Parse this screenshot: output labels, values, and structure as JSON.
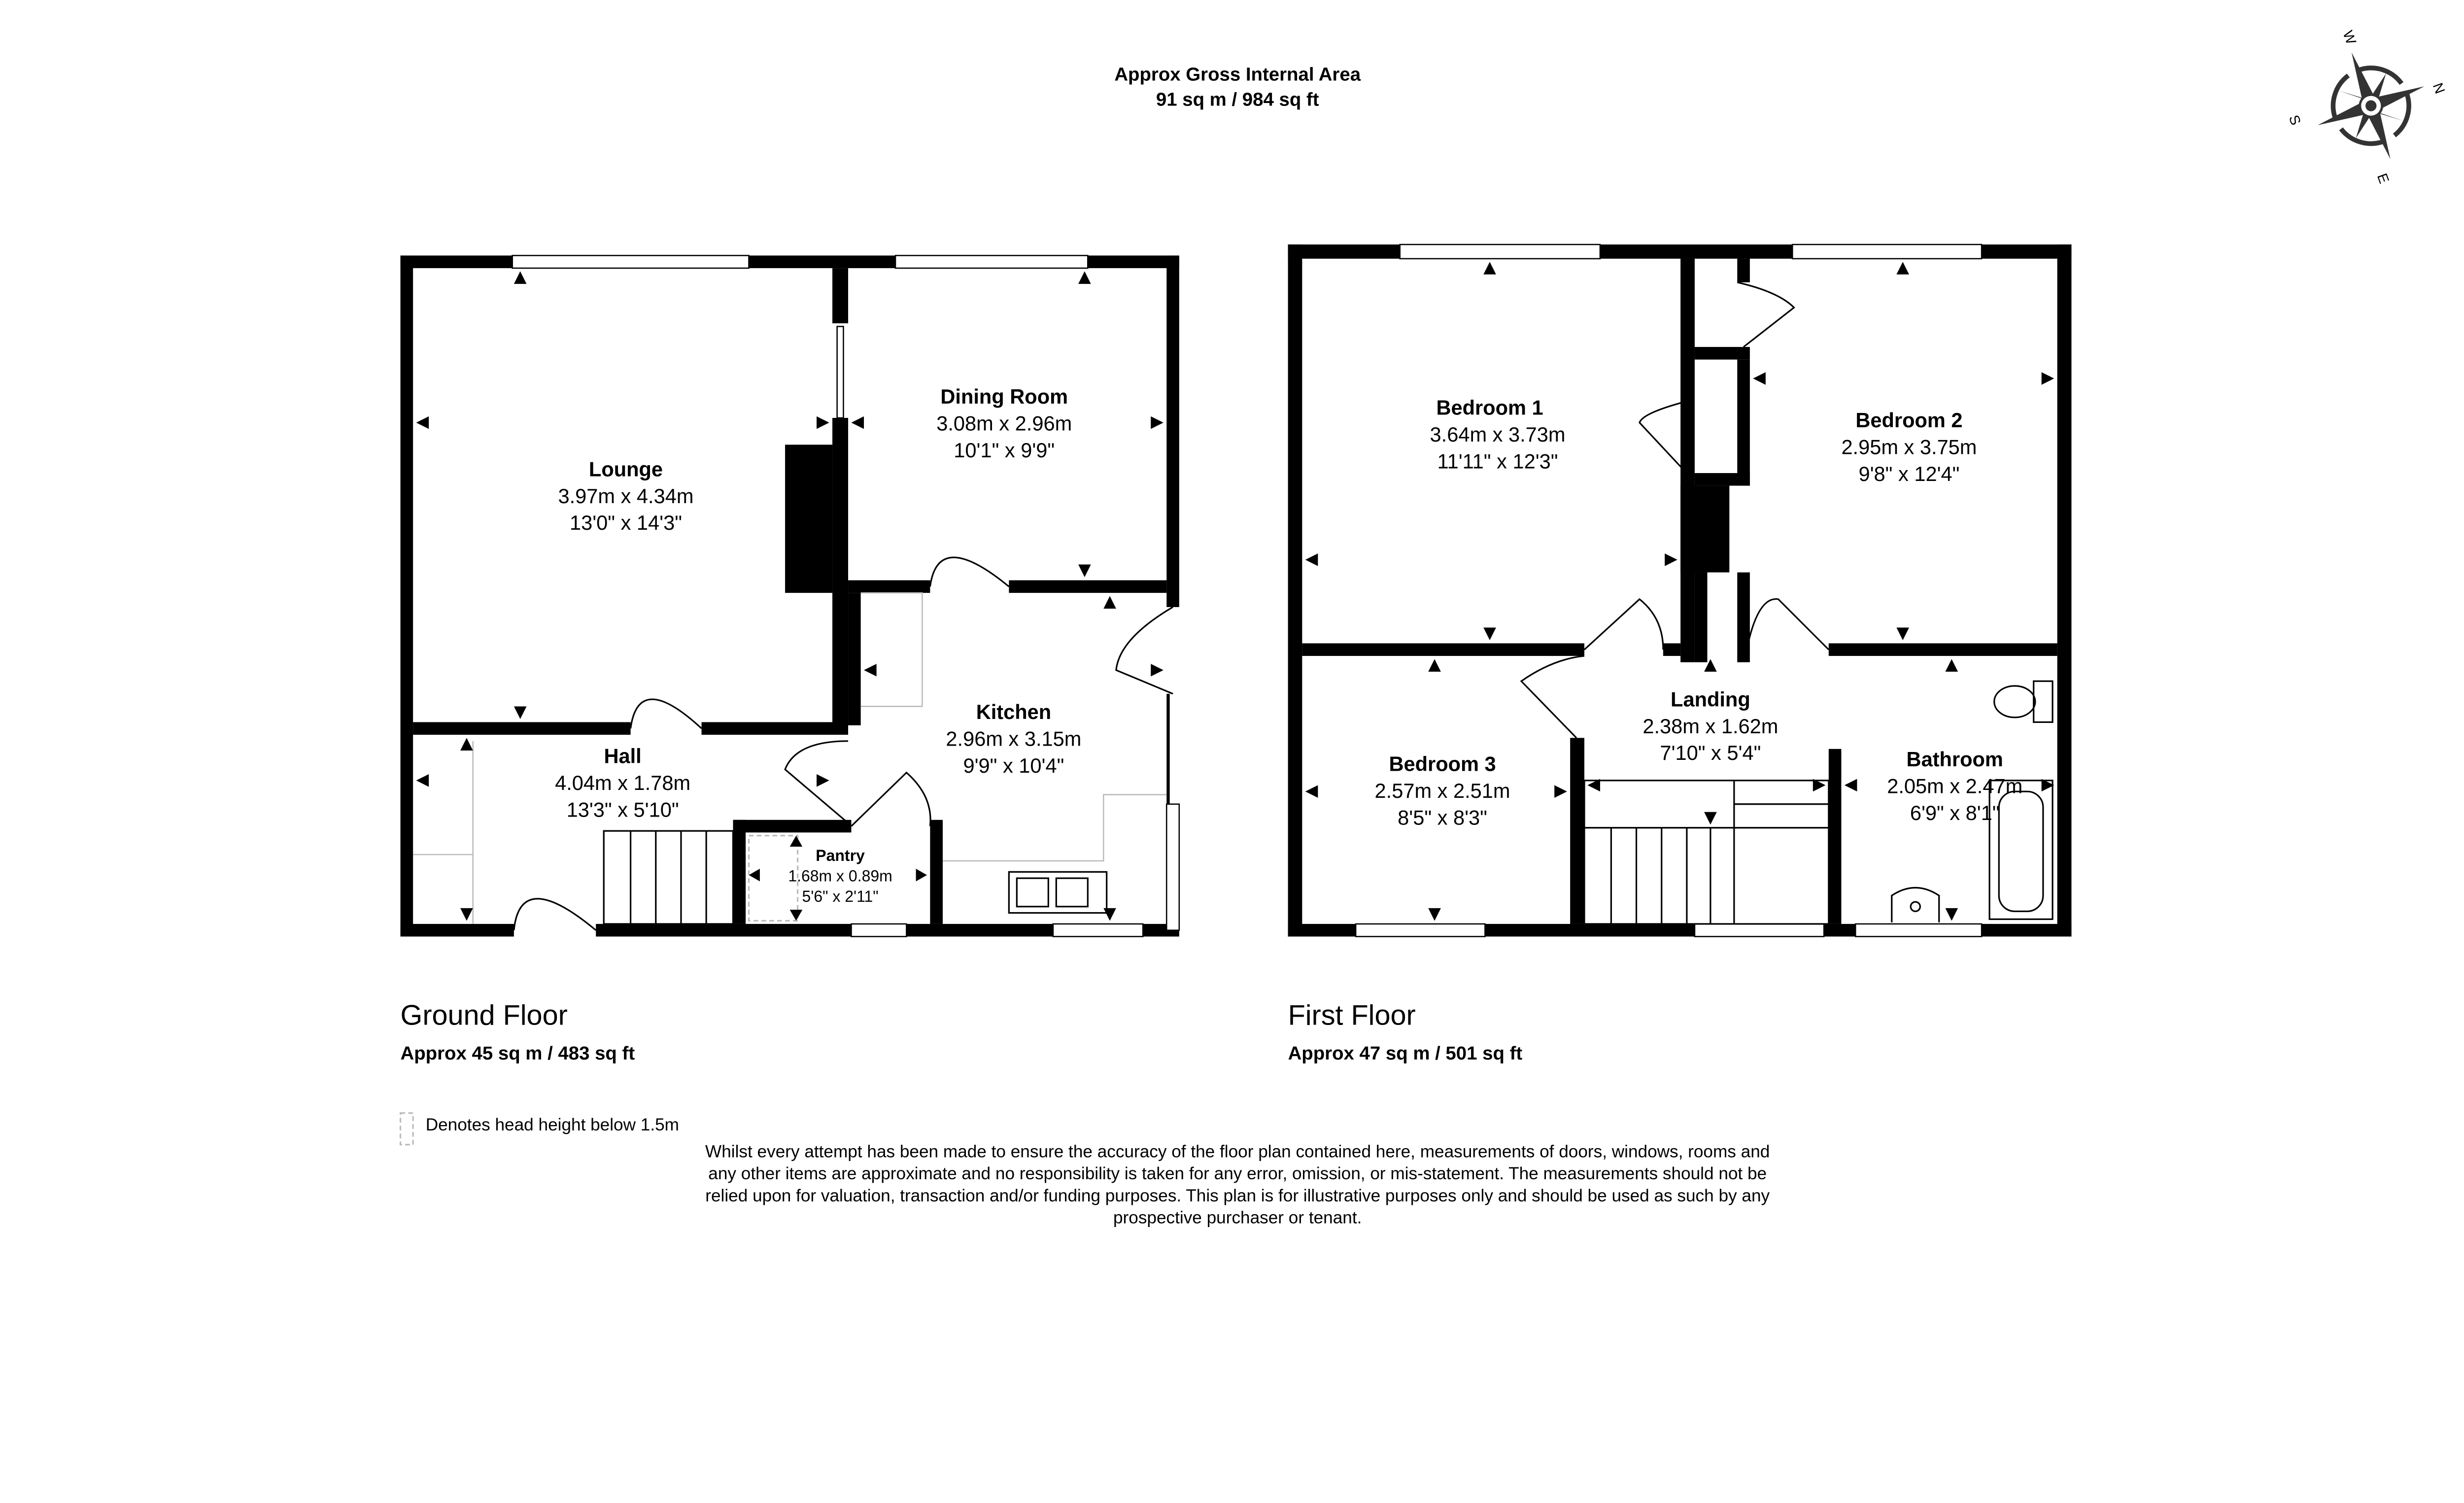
{
  "header": {
    "title": "Approx Gross Internal Area",
    "area": "91 sq m / 984 sq ft"
  },
  "compass": {
    "n": "N",
    "s": "S",
    "e": "E",
    "w": "W"
  },
  "ground_floor": {
    "name": "Ground Floor",
    "area": "Approx 45 sq m / 483 sq ft",
    "rooms": [
      {
        "name": "Lounge",
        "metric": "3.97m x 4.34m",
        "imperial": "13'0\" x 14'3\""
      },
      {
        "name": "Dining Room",
        "metric": "3.08m x 2.96m",
        "imperial": "10'1\" x 9'9\""
      },
      {
        "name": "Kitchen",
        "metric": "2.96m x 3.15m",
        "imperial": "9'9\" x 10'4\""
      },
      {
        "name": "Hall",
        "metric": "4.04m x 1.78m",
        "imperial": "13'3\" x 5'10\""
      },
      {
        "name": "Pantry",
        "metric": "1.68m x 0.89m",
        "imperial": "5'6\" x 2'11\""
      }
    ]
  },
  "first_floor": {
    "name": "First Floor",
    "area": "Approx 47 sq m / 501 sq ft",
    "rooms": [
      {
        "name": "Bedroom 1",
        "metric": "3.64m x 3.73m",
        "imperial": "11'11\" x 12'3\""
      },
      {
        "name": "Bedroom 2",
        "metric": "2.95m x 3.75m",
        "imperial": "9'8\" x 12'4\""
      },
      {
        "name": "Landing",
        "metric": "2.38m x 1.62m",
        "imperial": "7'10\" x 5'4\""
      },
      {
        "name": "Bedroom 3",
        "metric": "2.57m x 2.51m",
        "imperial": "8'5\" x 8'3\""
      },
      {
        "name": "Bathroom",
        "metric": "2.05m x 2.47m",
        "imperial": "6'9\" x 8'1\""
      }
    ]
  },
  "legend": {
    "head_height": "Denotes head height below 1.5m"
  },
  "disclaimer": [
    "Whilst every attempt has been made to ensure the accuracy of the floor plan contained here, measurements of doors, windows, rooms and",
    "any other items are approximate and no responsibility is taken for any error, omission, or mis-statement. The measurements should not be",
    "relied upon for valuation, transaction and/or funding purposes. This plan is for illustrative purposes only and should be used as such by any",
    "prospective purchaser or tenant."
  ]
}
